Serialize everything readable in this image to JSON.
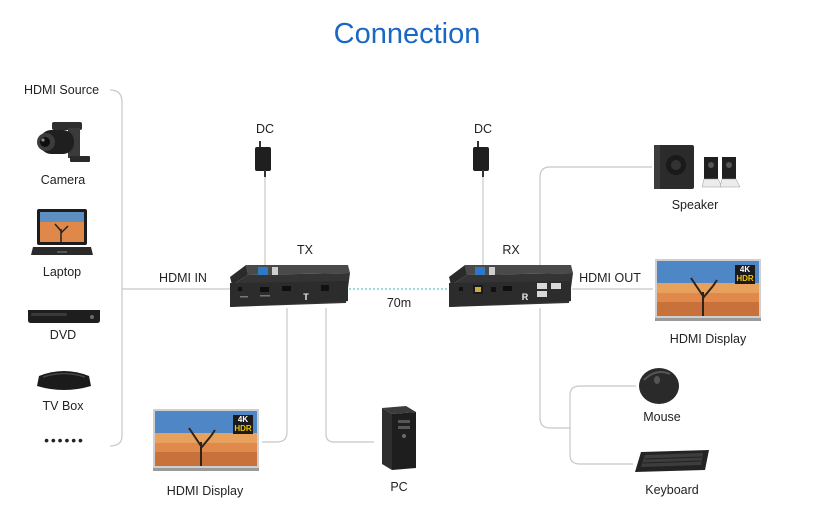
{
  "title": "Connection",
  "source_header": "HDMI Source",
  "sources": [
    "Camera",
    "Laptop",
    "DVD",
    "TV Box"
  ],
  "more": "• • • • • •",
  "tx": {
    "label": "TX",
    "dc": "DC",
    "input_label": "HDMI IN",
    "badge": "T"
  },
  "rx": {
    "label": "RX",
    "dc": "DC",
    "output_label": "HDMI OUT",
    "badge": "R"
  },
  "distance": "70m",
  "tx_outputs": {
    "display": "HDMI Display",
    "pc": "PC"
  },
  "rx_outputs": {
    "speaker": "Speaker",
    "display": "HDMI Display",
    "mouse": "Mouse",
    "keyboard": "Keyboard"
  },
  "screen_badge": {
    "line1": "4K",
    "line2": "HDR"
  },
  "colors": {
    "title": "#1a68c4",
    "wire": "#c8c8c8",
    "link": "#9fd8e6"
  }
}
